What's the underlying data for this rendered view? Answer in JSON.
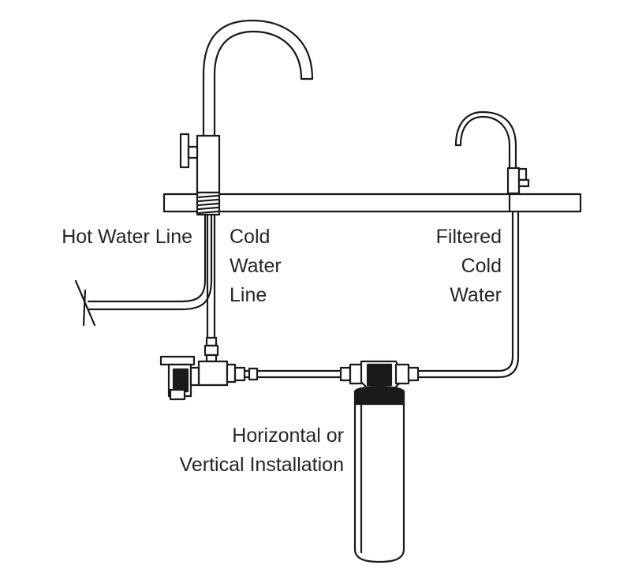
{
  "labels": {
    "hot_water_line": "Hot Water Line",
    "cold_water_line": [
      "Cold",
      "Water",
      "Line"
    ],
    "filtered_cold_water": [
      "Filtered",
      "Cold",
      "Water"
    ],
    "installation": [
      "Horizontal or",
      "Vertical Installation"
    ]
  },
  "colors": {
    "line": "#1a1a1a",
    "text": "#262626",
    "background": "#ffffff"
  }
}
